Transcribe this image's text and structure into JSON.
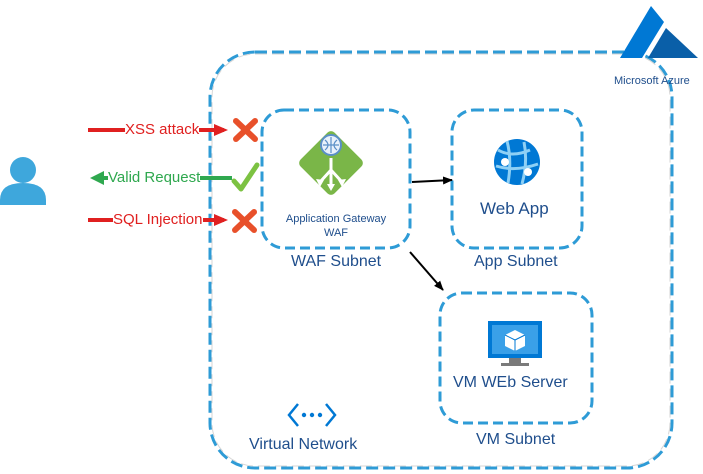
{
  "brand": {
    "label": "Microsoft Azure"
  },
  "traffic": [
    {
      "label": "XSS attack",
      "color": "#e02020",
      "status": "blocked"
    },
    {
      "label": "Valid Request",
      "color": "#2fa84f",
      "status": "allowed"
    },
    {
      "label": "SQL Injection",
      "color": "#e02020",
      "status": "blocked"
    }
  ],
  "gateway": {
    "title": "Application Gateway",
    "subtitle": "WAF"
  },
  "subnets": {
    "waf": "WAF Subnet",
    "app": "App Subnet",
    "vm": "VM Subnet"
  },
  "services": {
    "webapp": "Web App",
    "vm": "VM WEb Server"
  },
  "vnet": {
    "label": "Virtual Network"
  },
  "colors": {
    "dash": "#2e9bd6",
    "azure_blue": "#0078d4",
    "gateway_green": "#7ab648",
    "cross_red": "#e8502a",
    "check_green": "#7cc242",
    "user_blue": "#3ea7dc"
  }
}
